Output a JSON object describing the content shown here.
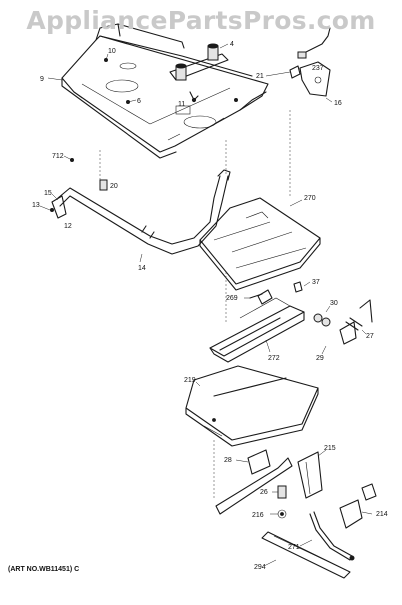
{
  "watermark": "AppliancePartsPros.com",
  "caption": "(ART NO.WB11451) C",
  "labels": {
    "l9": "9",
    "l10": "10",
    "l4": "4",
    "l6": "6",
    "l11": "11",
    "l21": "21",
    "l237": "237",
    "l16": "16",
    "l712": "712",
    "l20": "20",
    "l15": "15",
    "l13": "13",
    "l12": "12",
    "l14": "14",
    "l270": "270",
    "l37": "37",
    "l269": "269",
    "l30": "30",
    "l27": "27",
    "l29": "29",
    "l272": "272",
    "l219": "219",
    "l215": "215",
    "l28": "28",
    "l26": "26",
    "l216": "216",
    "l214": "214",
    "l271": "271",
    "l294": "294"
  }
}
